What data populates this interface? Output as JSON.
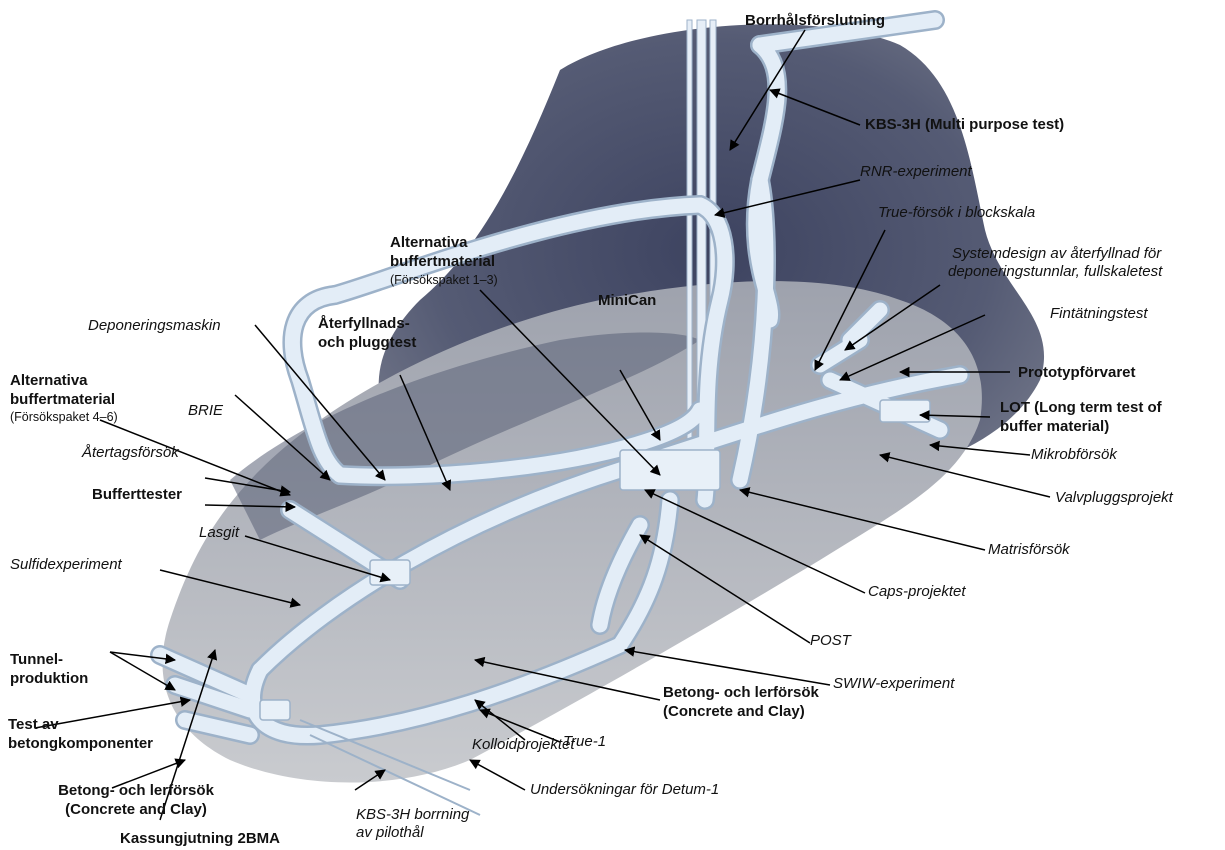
{
  "labels": {
    "borrhal": "Borrhålsförslutning",
    "kbs3h": "KBS-3H (Multi purpose test)",
    "rnr": "RNR-experiment",
    "true_block": "True-försök i blockskala",
    "systemdesign_1": "Systemdesign av återfyllnad för",
    "systemdesign_2": "deponeringstunnlar, fullskaletest",
    "fintatning": "Fintätningstest",
    "prototyp": "Prototypförvaret",
    "lot_1": "LOT (Long term test of",
    "lot_2": "buffer material)",
    "mikrob": "Mikrobförsök",
    "valvplugg": "Valvpluggsprojekt",
    "matris": "Matrisförsök",
    "caps": "Caps-projektet",
    "post": "POST",
    "swiw": "SWIW-experiment",
    "betong_right_1": "Betong- och lerförsök",
    "betong_right_2": "(Concrete and Clay)",
    "true1": "True-1",
    "kolloid": "Kolloidprojektet",
    "detum": "Undersökningar för Detum-1",
    "kbs3h_born_1": "KBS-3H borrning",
    "kbs3h_born_2": "av pilothål",
    "kassung": "Kassungjutning 2BMA",
    "betong_left_1": "Betong- och lerförsök",
    "betong_left_2": "(Concrete and Clay)",
    "test_betong_1": "Test av",
    "test_betong_2": "betongkomponenter",
    "tunnel_1": "Tunnel-",
    "tunnel_2": "produktion",
    "sulfid": "Sulfidexperiment",
    "lasgit": "Lasgit",
    "buffert": "Bufferttester",
    "atertag": "Återtagsförsök",
    "brie": "BRIE",
    "alt46_1": "Alternativa",
    "alt46_2": "buffertmaterial",
    "alt46_3": "(Försökspaket 4–6)",
    "deponering": "Deponeringsmaskin",
    "aterfyll_1": "Återfyllnads-",
    "aterfyll_2": "och pluggtest",
    "alt13_1": "Alternativa",
    "alt13_2": "buffertmaterial",
    "alt13_3": "(Försökspaket 1–3)",
    "minican": "MiniCan"
  },
  "colors": {
    "rock_dark": "#4a5068",
    "rock_light": "#c2c4c8",
    "tunnel": "#dce8f4",
    "tunnel_edge": "#9db2c9",
    "arrow": "#000000"
  }
}
